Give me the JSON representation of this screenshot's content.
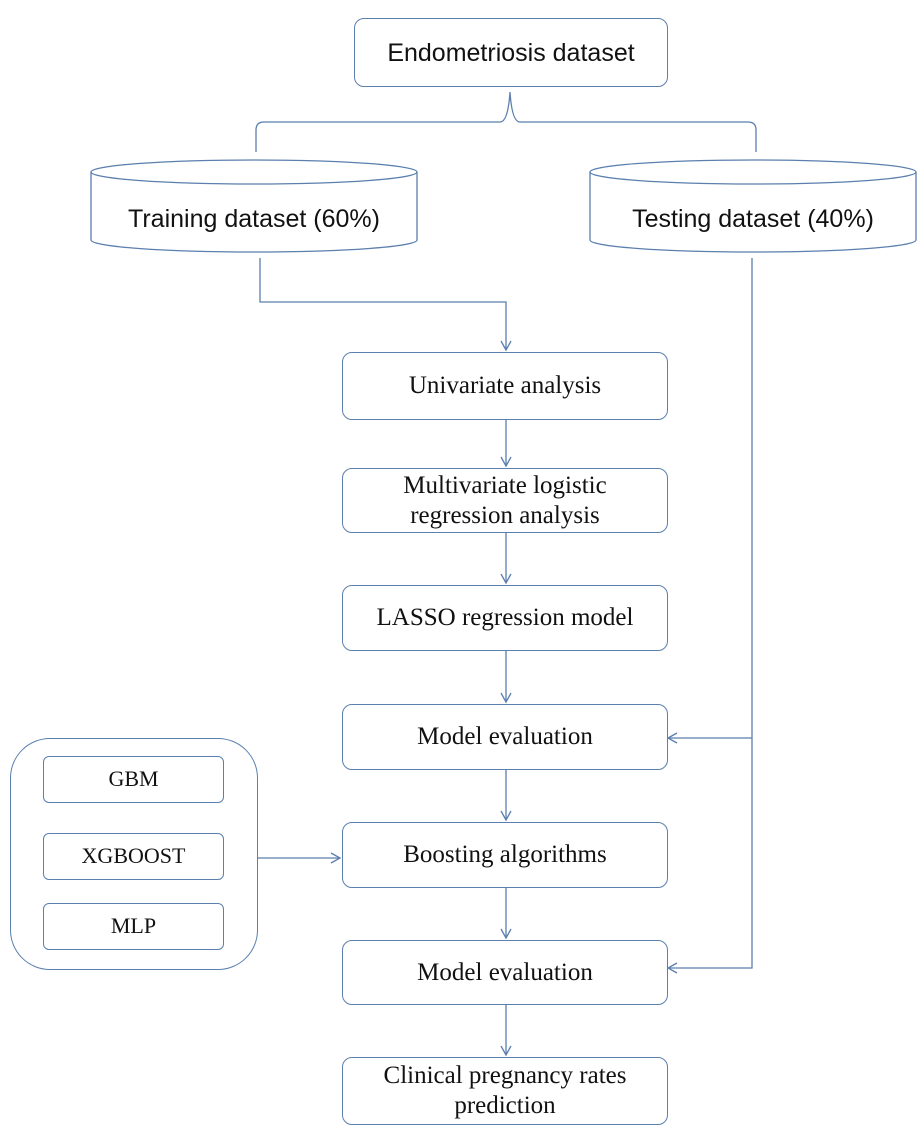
{
  "nodes": {
    "source": "Endometriosis dataset",
    "training": "Training dataset (60%)",
    "testing": "Testing dataset (40%)",
    "univariate": "Univariate analysis",
    "multivariate": "Multivariate logistic regression analysis",
    "lasso": "LASSO regression model",
    "eval1": "Model evaluation",
    "boosting": "Boosting algorithms",
    "eval2": "Model evaluation",
    "prediction": "Clinical pregnancy rates prediction"
  },
  "algorithms": [
    "GBM",
    "XGBOOST",
    "MLP"
  ],
  "colors": {
    "line": "#5b7fae",
    "text": "#111111"
  }
}
